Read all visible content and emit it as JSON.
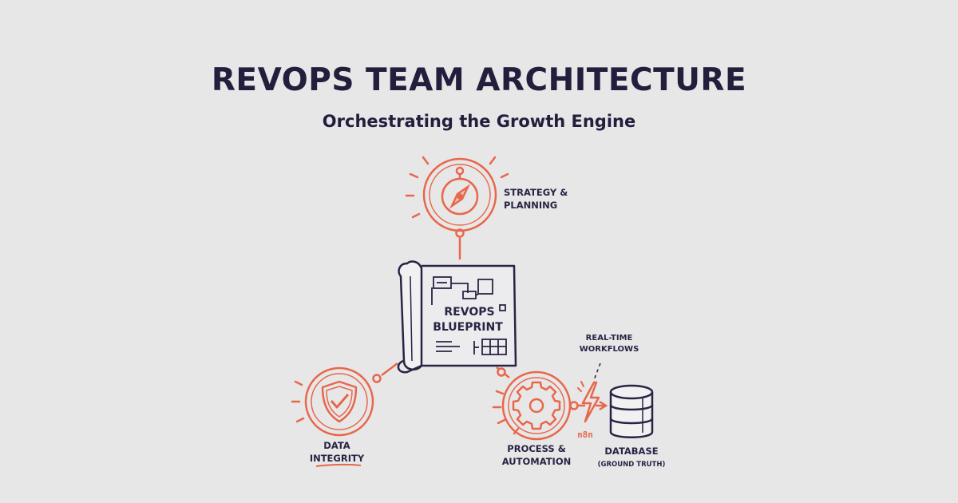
{
  "header": {
    "title": "REVOPS TEAM ARCHITECTURE",
    "subtitle": "Orchestrating the Growth Engine"
  },
  "nodes": {
    "strategy": {
      "label_line1": "STRATEGY &",
      "label_line2": "PLANNING",
      "icon": "compass-icon"
    },
    "blueprint": {
      "label_line1": "REVOPS",
      "label_line2": "BLUEPRINT",
      "icon": "blueprint-scroll-icon"
    },
    "data_integrity": {
      "label_line1": "DATA",
      "label_line2": "INTEGRITY",
      "icon": "shield-check-icon"
    },
    "process": {
      "label_line1": "PROCESS &",
      "label_line2": "AUTOMATION",
      "icon": "gear-icon"
    },
    "workflows": {
      "label_line1": "REAL-TIME",
      "label_line2": "WORKFLOWS",
      "icon": "lightning-icon"
    },
    "connector": {
      "label": "n8n"
    },
    "database": {
      "label_line1": "DATABASE",
      "label_line2": "(GROUND TRUTH)",
      "icon": "database-icon"
    }
  },
  "colors": {
    "accent": "#e8674a",
    "ink": "#2a2444",
    "background": "#e7e7e8"
  }
}
